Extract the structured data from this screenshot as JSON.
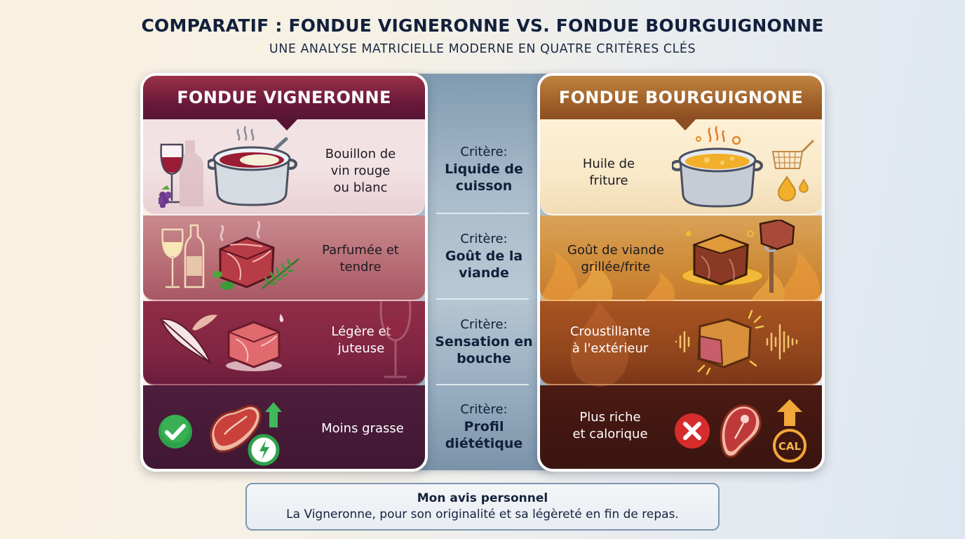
{
  "header": {
    "title": "COMPARATIF : FONDUE VIGNERONNE VS. FONDUE BOURGUIGNONNE",
    "subtitle": "UNE ANALYSE MATRICIELLE MODERNE EN QUATRE CRITÈRES CLÉS"
  },
  "colors": {
    "vigneronne_header": "#6b1a3a",
    "bourguignonne_header": "#a0612a",
    "criteria_band": "#a9bccb",
    "title_text": "#12203c"
  },
  "criteria": [
    {
      "prefix": "Critère:",
      "name": "Liquide de cuisson",
      "name_line1": "Liquide de",
      "name_line2": "cuisson"
    },
    {
      "prefix": "Critère:",
      "name": "Goût de la viande",
      "name_line1": "Goût de la",
      "name_line2": "viande"
    },
    {
      "prefix": "Critère:",
      "name": "Sensation en bouche",
      "name_line1": "Sensation en",
      "name_line2": "bouche"
    },
    {
      "prefix": "Critère:",
      "name": "Profil diététique",
      "name_line1": "Profil",
      "name_line2": "diététique"
    }
  ],
  "vigneronne": {
    "title": "FONDUE VIGNERONNE",
    "rows": [
      {
        "lines": [
          "Bouillon de",
          "vin rouge",
          "ou blanc"
        ],
        "icons": [
          "wine-glass-icon",
          "wine-bottle-icon",
          "grapes-icon",
          "cooking-pot-icon"
        ]
      },
      {
        "lines": [
          "Parfumée et",
          "tendre"
        ],
        "icons": [
          "white-wine-glass-icon",
          "wine-bottle-icon",
          "meat-cube-icon",
          "herb-sprig-icon"
        ]
      },
      {
        "lines": [
          "Légère et",
          "juteuse"
        ],
        "icons": [
          "feather-icon",
          "juicy-meat-cube-icon"
        ]
      },
      {
        "lines": [
          "Moins grasse"
        ],
        "icons": [
          "check-badge-icon",
          "lean-steak-icon",
          "energy-bolt-icon",
          "arrow-up-icon"
        ]
      }
    ]
  },
  "bourguignonne": {
    "title": "FONDUE BOURGUIGNONE",
    "rows": [
      {
        "lines": [
          "Huile de",
          "friture"
        ],
        "icons": [
          "oil-pot-icon",
          "frying-basket-icon",
          "oil-drop-icon"
        ]
      },
      {
        "lines": [
          "Goût de viande",
          "grillée/frite"
        ],
        "icons": [
          "fried-meat-icon",
          "fork-icon",
          "flames-icon"
        ]
      },
      {
        "lines": [
          "Croustillante",
          "à l'extérieur"
        ],
        "icons": [
          "crispy-meat-icon",
          "sound-wave-icon"
        ]
      },
      {
        "lines": [
          "Plus riche",
          "et calorique"
        ],
        "icons": [
          "cross-badge-icon",
          "steak-icon",
          "calorie-up-icon"
        ]
      }
    ]
  },
  "verdict": {
    "title": "Mon avis personnel",
    "text": "La Vigneronne, pour son originalité et sa légèreté en fin de repas."
  },
  "calorie_badge": "CAL"
}
